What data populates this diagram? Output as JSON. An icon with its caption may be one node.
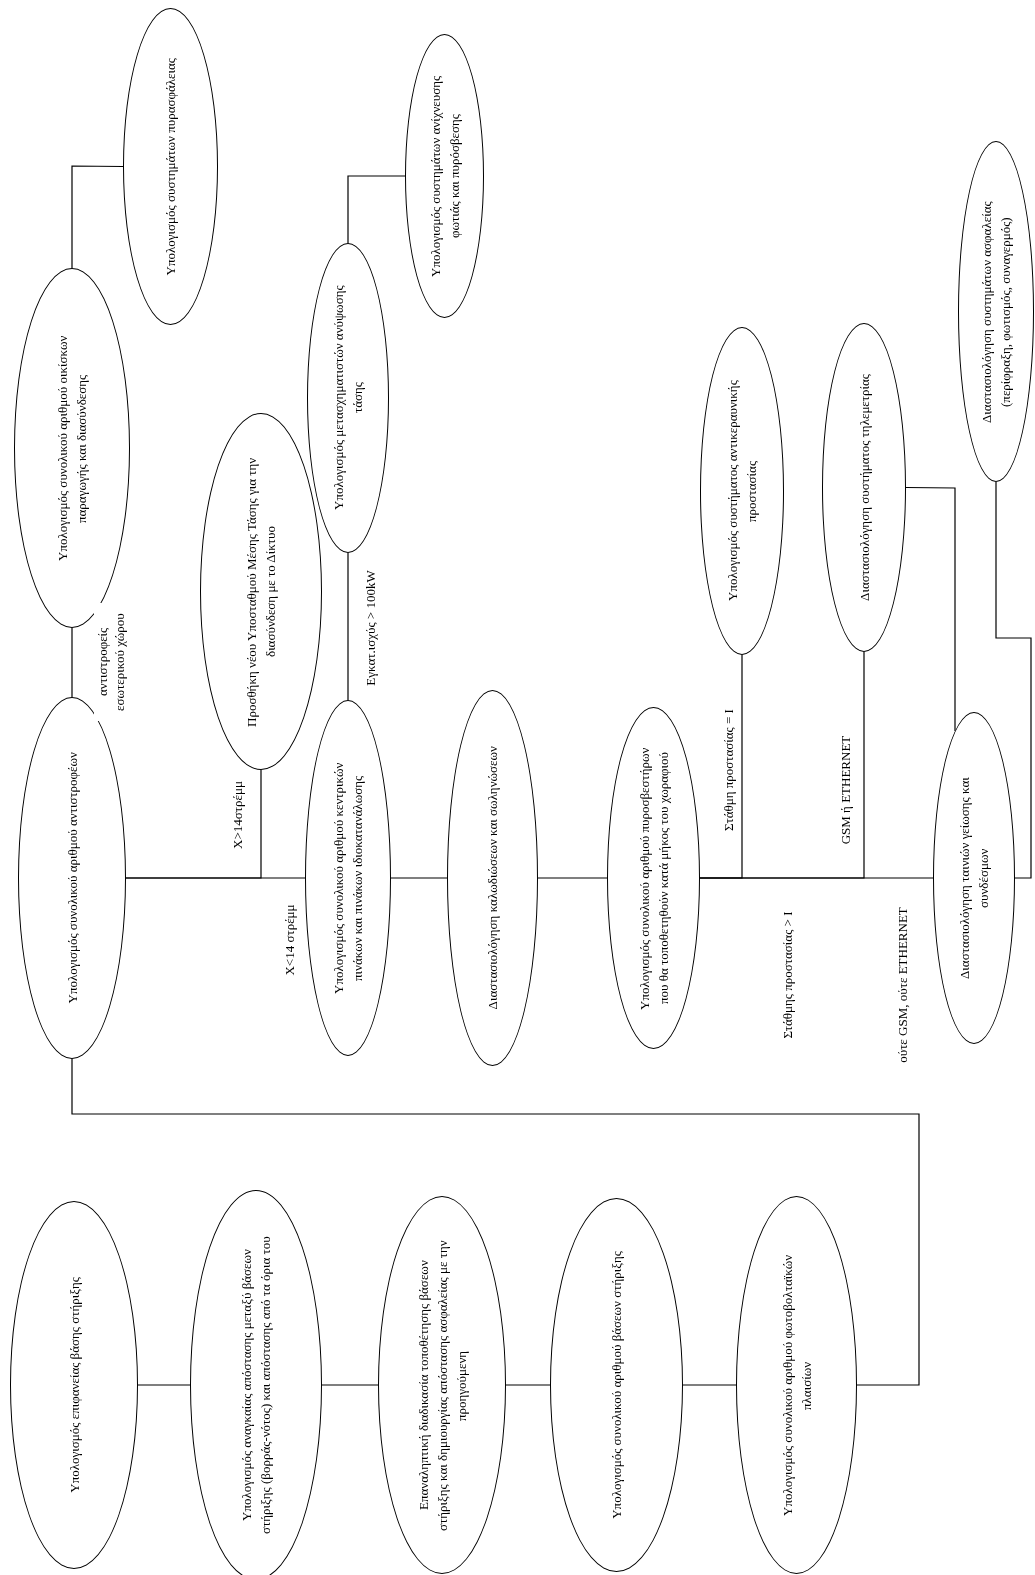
{
  "diagram": {
    "nodes": [
      {
        "text": [
          "Υπολογισμός επιφανείας βάσης στήριξης"
        ]
      },
      {
        "text": [
          "Υπολογισμός αναγκαίας απόστασης μεταξύ βάσεων στήριξης (βορράς-νότος) και απόστασης από τα όρια του"
        ]
      },
      {
        "text": [
          "Επαναληπτική διαδικασία τοποθέτησης βάσεων στήριξης και δημιουργίας απόστασης ασφαλείας με την προηγούμενη"
        ]
      },
      {
        "text": [
          "Υπολογισμός συνολικού αριθμού βάσεων στήριξης"
        ]
      },
      {
        "text": [
          "Υπολογισμός συνολικού αριθμού φωτοβολταϊκών πλαισίων"
        ]
      },
      {
        "text": [
          "Υπολογισμός συνολικού αριθμού αντιστροφέων"
        ]
      },
      {
        "text": [
          "Υπολογισμός συνολικού αριθμού οικίσκων παραγωγής και διασύνδεσης"
        ]
      },
      {
        "text": [
          "Υπολογισμός συστημάτων πυρασφάλειας"
        ]
      },
      {
        "text": [
          "Προσθήκη νέου Υποσταθμού Μέσης Τάσης για την διασύνδεση με το Δίκτυο"
        ]
      },
      {
        "text": [
          "Υπολογισμός συνολικού αριθμού κεντρικών πινάκων και πινάκων ιδιοκατανάλωσης"
        ]
      },
      {
        "text": [
          "Υπολογισμός μετασχηματιστών ανύψωσης τάσης"
        ]
      },
      {
        "text": [
          "Υπολογισμός συστημάτων ανίχνευσης φωτιάς και πυρόσβεσης"
        ]
      },
      {
        "text": [
          "Διαστασιολόγηση καλωδιώσεων και σωληνώσεων"
        ]
      },
      {
        "text": [
          "Υπολογισμός συνολικού αριθμού πυροσβεστήρων που θα τοποθετηθούν κατά μήκος του χωραφιού"
        ]
      },
      {
        "text": [
          "Υπολογισμός συστήματος αντικεραυνικής προστασίας"
        ]
      },
      {
        "text": [
          "Διαστασιολόγηση συστήματος τηλεμετρίας"
        ]
      },
      {
        "text": [
          "Διαστασιολόγηση ταινιών γείωσης και συνδέσμων"
        ]
      },
      {
        "text": [
          "Διαστασιολόγηση συστημάτων ασφαλείας (περίφραξη, φωτισμός, συναγερμός)"
        ]
      }
    ],
    "edges": [
      {
        "from": 0,
        "to": 1,
        "arrow": "none"
      },
      {
        "from": 1,
        "to": 2,
        "arrow": "none"
      },
      {
        "from": 2,
        "to": 3,
        "arrow": "none"
      },
      {
        "from": 3,
        "to": 4,
        "arrow": "none"
      },
      {
        "from": 4,
        "to": 5,
        "arrow": "none"
      },
      {
        "from": 5,
        "to": 6,
        "arrow": "none",
        "label": "αντιστροφείς εσωτερικού χώρου"
      },
      {
        "from": 6,
        "to": 7,
        "arrow": "none"
      },
      {
        "from": 5,
        "to": 8,
        "arrow": "none",
        "label": "X>14στρέμμ"
      },
      {
        "from": 5,
        "to": 9,
        "arrow": "none",
        "label": "X<14 στρέμμ"
      },
      {
        "from": 9,
        "to": 10,
        "arrow": "none",
        "label": "Εγκατ.ισχύς > 100kW"
      },
      {
        "from": 10,
        "to": 11,
        "arrow": "none"
      },
      {
        "from": 9,
        "to": 12,
        "arrow": "none"
      },
      {
        "from": 12,
        "to": 13,
        "arrow": "none"
      },
      {
        "from": 13,
        "to": 14,
        "arrow": "none",
        "label": "Στάθμη προστασίας = I"
      },
      {
        "from": 13,
        "to": 15,
        "arrow": "none",
        "label": "GSM ή ETHERNET"
      },
      {
        "from": 13,
        "to": 16,
        "arrow": "none",
        "label": "ούτε GSM, ούτε ETHERNET"
      },
      {
        "from": 16,
        "to": 15,
        "arrow": "none"
      },
      {
        "from": 16,
        "to": 17,
        "arrow": "none"
      }
    ],
    "labels": [
      "Στάθμης προστασίας > I"
    ]
  }
}
